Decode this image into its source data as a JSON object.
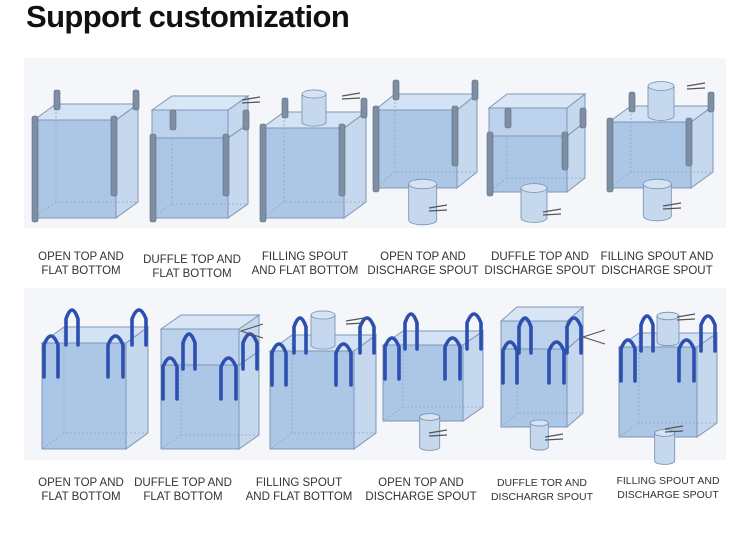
{
  "title": "Support customization",
  "colors": {
    "bag_fill": "#c6d8ee",
    "bag_front": "#acc7e6",
    "bag_edge": "#7e96b4",
    "loop_strap": "#7e8ea3",
    "cross_loop": "#2c4fb0",
    "tie": "#555555"
  },
  "row1": [
    {
      "caption": "OPEN TOP AND\nFLAT BOTTOM",
      "icon": "bag-open-top-flat-bottom-icon"
    },
    {
      "caption": "DUFFLE TOP AND\nFLAT BOTTOM",
      "icon": "bag-duffle-top-flat-bottom-icon"
    },
    {
      "caption": "FILLING SPOUT\nAND FLAT BOTTOM",
      "icon": "bag-filling-spout-flat-bottom-icon"
    },
    {
      "caption": "OPEN TOP AND\nDISCHARGE SPOUT",
      "icon": "bag-open-top-discharge-spout-icon"
    },
    {
      "caption": "DUFFLE TOP AND\nDISCHARGE SPOUT",
      "icon": "bag-duffle-top-discharge-spout-icon"
    },
    {
      "caption": "FILLING SPOUT AND\nDISCHARGE SPOUT",
      "icon": "bag-filling-spout-discharge-spout-icon"
    }
  ],
  "row2": [
    {
      "caption": "OPEN TOP AND\nFLAT BOTTOM",
      "icon": "cross-loop-bag-open-top-flat-bottom-icon"
    },
    {
      "caption": "DUFFLE TOP AND\nFLAT BOTTOM",
      "icon": "cross-loop-bag-duffle-top-flat-bottom-icon"
    },
    {
      "caption": "FILLING SPOUT\nAND FLAT BOTTOM",
      "icon": "cross-loop-bag-filling-spout-flat-bottom-icon"
    },
    {
      "caption": "OPEN TOP AND\nDISCHARGE SPOUT",
      "icon": "cross-loop-bag-open-top-discharge-spout-icon"
    },
    {
      "caption": "DUFFLE TOR AND\nDISCHARGR SPOUT",
      "icon": "cross-loop-bag-duffle-top-discharge-spout-icon"
    },
    {
      "caption": "FILLING SPOUT AND\nDISCHARGE SPOUT",
      "icon": "cross-loop-bag-filling-spout-discharge-spout-icon"
    }
  ]
}
